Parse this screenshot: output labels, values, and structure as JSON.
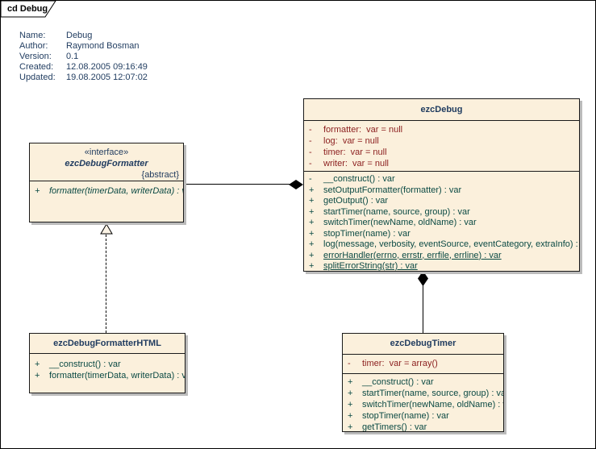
{
  "frame": {
    "tab_label": "cd Debug"
  },
  "metadata": [
    {
      "label": "Name:",
      "value": "Debug"
    },
    {
      "label": "Author:",
      "value": "Raymond Bosman"
    },
    {
      "label": "Version:",
      "value": "0.1"
    },
    {
      "label": "Created:",
      "value": "12.08.2005 09:16:49"
    },
    {
      "label": "Updated:",
      "value": "19.08.2005 12:07:02"
    }
  ],
  "classes": {
    "ezcDebug": {
      "title": "ezcDebug",
      "attributes": [
        {
          "vis": "-",
          "text": "formatter:  var = null"
        },
        {
          "vis": "-",
          "text": "log:  var = null"
        },
        {
          "vis": "-",
          "text": "timer:  var = null"
        },
        {
          "vis": "-",
          "text": "writer:  var = null"
        }
      ],
      "methods": [
        {
          "vis": "-",
          "text": "__construct() : var"
        },
        {
          "vis": "+",
          "text": "setOutputFormatter(formatter) : var"
        },
        {
          "vis": "+",
          "text": "getOutput() : var"
        },
        {
          "vis": "+",
          "text": "startTimer(name, source, group) : var"
        },
        {
          "vis": "+",
          "text": "switchTimer(newName, oldName) : var"
        },
        {
          "vis": "+",
          "text": "stopTimer(name) : var"
        },
        {
          "vis": "+",
          "text": "log(message, verbosity, eventSource, eventCategory, extraInfo) : var"
        },
        {
          "vis": "+",
          "text": "errorHandler(errno, errstr, errfile, errline) : var",
          "static": true
        },
        {
          "vis": "+",
          "text": "splitErrorString(str) : var",
          "static": true
        }
      ]
    },
    "ezcDebugFormatter": {
      "stereotype": "«interface»",
      "title": "ezcDebugFormatter",
      "modifier": "{abstract}",
      "methods": [
        {
          "vis": "+",
          "text": "formatter(timerData, writerData) : var",
          "abstract": true
        }
      ]
    },
    "ezcDebugFormatterHTML": {
      "title": "ezcDebugFormatterHTML",
      "methods": [
        {
          "vis": "+",
          "text": "__construct() : var"
        },
        {
          "vis": "+",
          "text": "formatter(timerData, writerData) : var"
        }
      ]
    },
    "ezcDebugTimer": {
      "title": "ezcDebugTimer",
      "attributes": [
        {
          "vis": "-",
          "text": "timer:  var = array()"
        }
      ],
      "methods": [
        {
          "vis": "+",
          "text": "__construct() : var"
        },
        {
          "vis": "+",
          "text": "startTimer(name, source, group) : var"
        },
        {
          "vis": "+",
          "text": "switchTimer(newName, oldName) : var"
        },
        {
          "vis": "+",
          "text": "stopTimer(name) : var"
        },
        {
          "vis": "+",
          "text": "getTimers() : var"
        }
      ]
    }
  },
  "relationships": [
    {
      "type": "composition",
      "from": "ezcDebugFormatter",
      "to": "ezcDebug"
    },
    {
      "type": "realization",
      "from": "ezcDebugFormatterHTML",
      "to": "ezcDebugFormatter"
    },
    {
      "type": "composition",
      "from": "ezcDebugTimer",
      "to": "ezcDebug"
    }
  ],
  "colors": {
    "box_fill": "#FBF0DC",
    "box_border": "#1A1A1A",
    "shadow": "#BBBBBB",
    "title_text": "#1F3B5F",
    "attribute_text": "#8B1E1E",
    "method_text": "#0B4A44",
    "metadata_text": "#1F3B5F",
    "background": "#FFFFFF"
  }
}
